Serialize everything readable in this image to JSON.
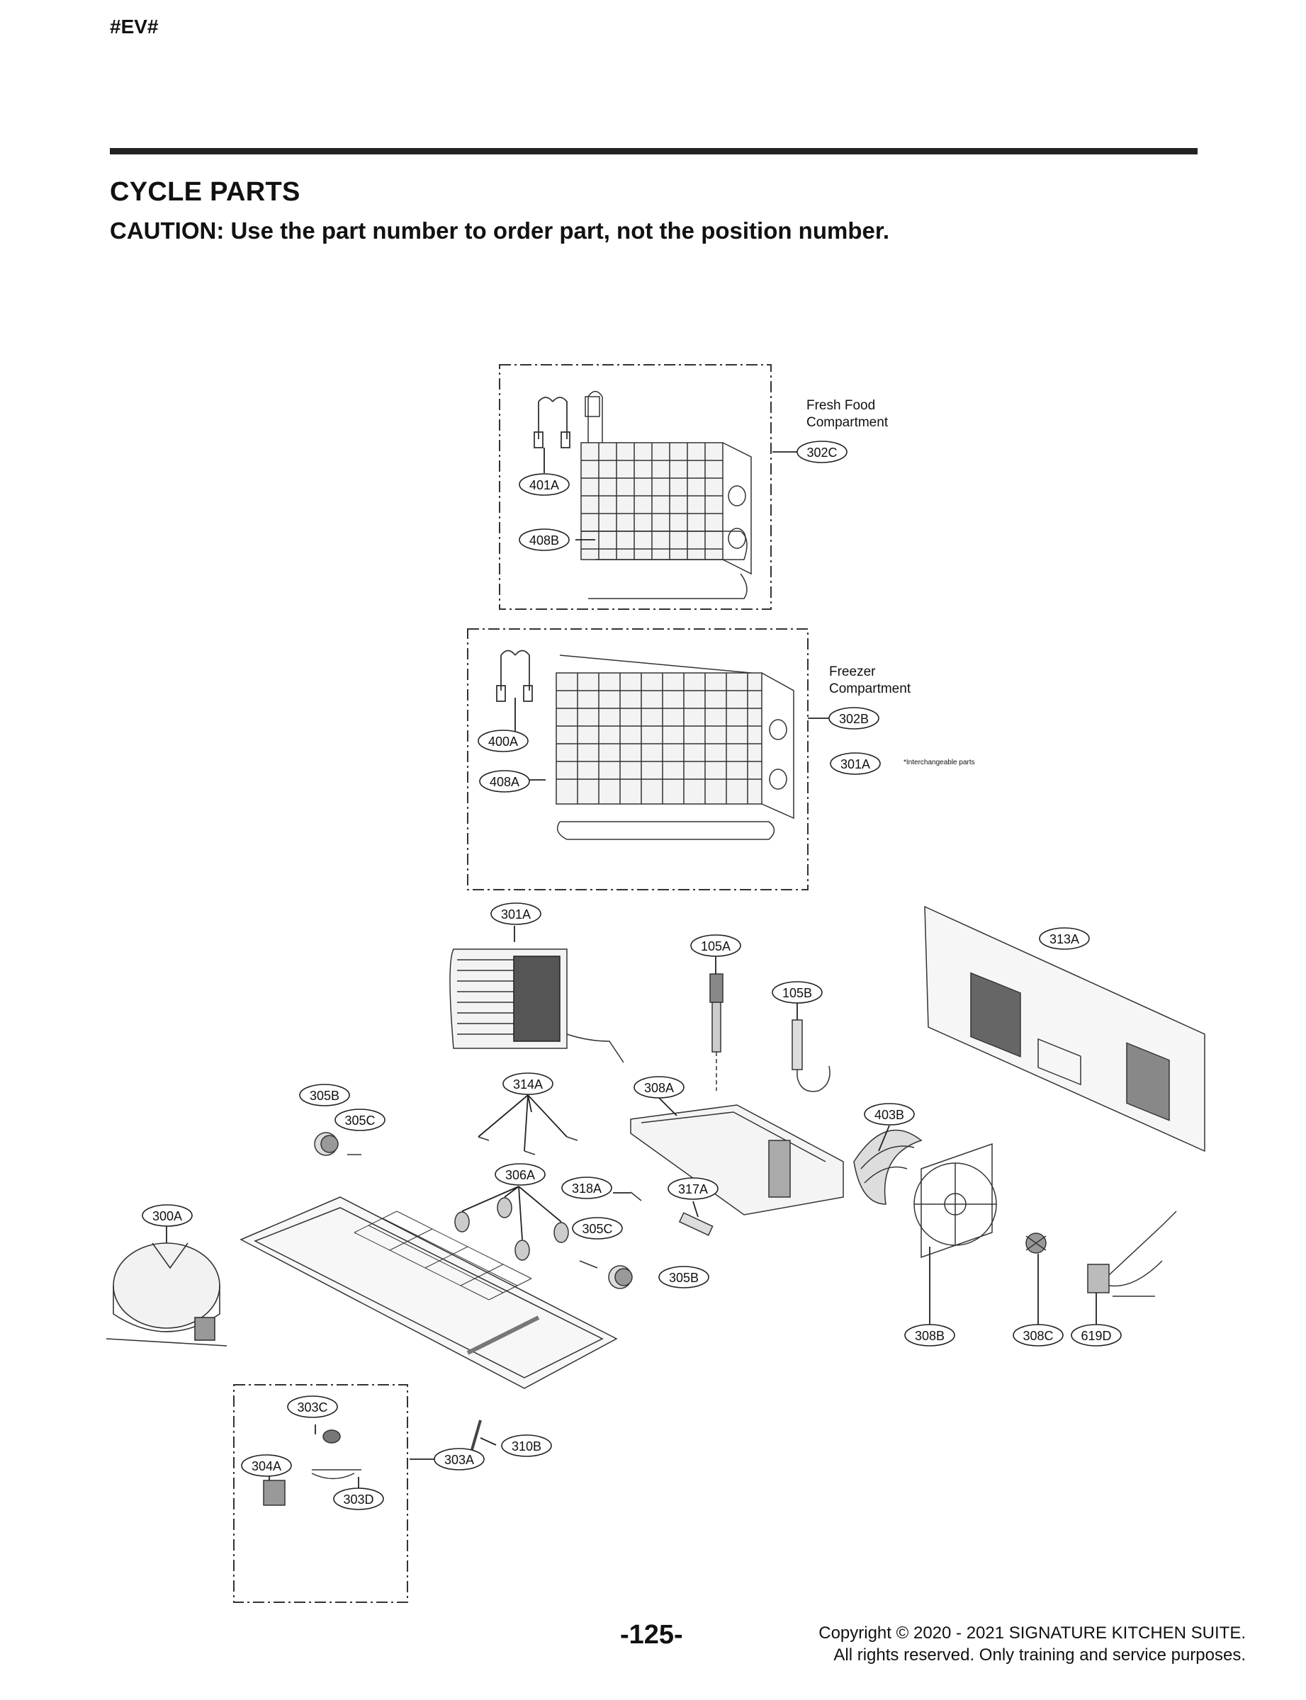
{
  "header": {
    "tag": "#EV#"
  },
  "section": {
    "title": "CYCLE PARTS",
    "caution": "CAUTION: Use the part number to order part, not the position number."
  },
  "diagram": {
    "labels": {
      "fresh_food_1": "Fresh Food",
      "fresh_food_2": "Compartment",
      "freezer_1": "Freezer",
      "freezer_2": "Compartment",
      "interchangeable": "*Interchangeable parts"
    },
    "callouts": [
      "401A",
      "408B",
      "302C",
      "400A",
      "408A",
      "302B",
      "301A",
      "301A",
      "313A",
      "105A",
      "105B",
      "314A",
      "308A",
      "305B",
      "305C",
      "403B",
      "306A",
      "318A",
      "317A",
      "300A",
      "305C",
      "305B",
      "308B",
      "308C",
      "619D",
      "303C",
      "310B",
      "304A",
      "303D",
      "303A"
    ]
  },
  "footer": {
    "page": "-125-",
    "copyright_1": "Copyright © 2020 - 2021 SIGNATURE KITCHEN SUITE.",
    "copyright_2": "All rights reserved. Only training and service purposes."
  }
}
